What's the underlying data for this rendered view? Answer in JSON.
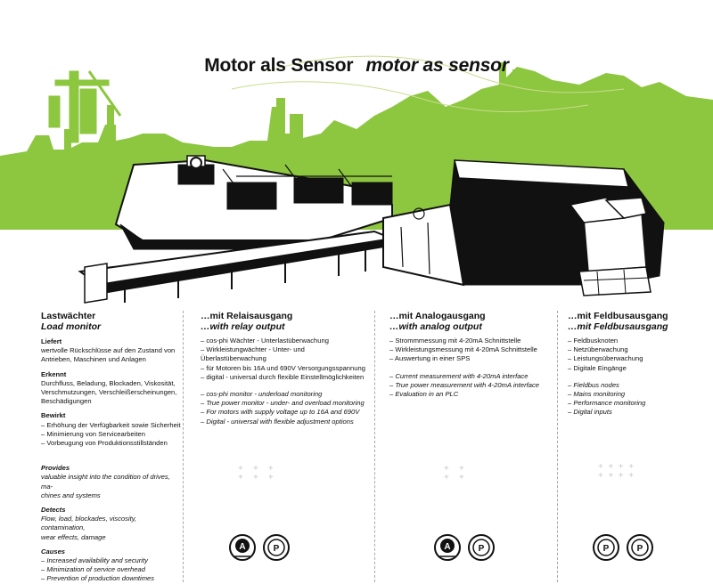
{
  "title": {
    "de": "Motor als Sensor",
    "en": "motor as sensor"
  },
  "col1": {
    "heading_de": "Lastwächter",
    "heading_en": "Load monitor",
    "de_sections": [
      {
        "title": "Liefert",
        "lines": [
          "wertvolle Rückschlüsse auf den Zustand von",
          "Antrieben, Maschinen und Anlagen"
        ]
      },
      {
        "title": "Erkennt",
        "lines": [
          "Durchfluss, Beladung, Blockaden, Viskosität,",
          "Verschmutzungen, Verschleißerscheinungen,",
          "Beschädigungen"
        ]
      },
      {
        "title": "Bewirkt",
        "lines": [
          "– Erhöhung der Verfügbarkeit sowie Sicherheit",
          "– Minimierung von Servicearbeiten",
          "– Vorbeugung von Produktionsstillständen"
        ]
      }
    ],
    "en_sections": [
      {
        "title": "Provides",
        "lines": [
          "valuable insight into the condition of drives, ma-",
          "chines and systems"
        ]
      },
      {
        "title": "Detects",
        "lines": [
          "Flow, load, blockades, viscosity, contamination,",
          "wear effects, damage"
        ]
      },
      {
        "title": "Causes",
        "lines": [
          "– Increased availability and security",
          "– Minimization of service overhead",
          "– Prevention of production downtimes"
        ]
      }
    ]
  },
  "col2": {
    "heading_de": "…mit Relaisausgang",
    "heading_en": "…with relay output",
    "de_lines": [
      "– cos-phi Wächter - Unterlastüberwachung",
      "– Wirkleistungwächter - Unter- und Überlastüberwachung",
      "– für Motoren bis 16A und 690V Versorgungsspannung",
      "– digital - universal durch flexible Einstellmöglichkeiten"
    ],
    "en_lines": [
      "– cos-phi monitor - underload monitoring",
      "– True power monitor - under- and overload monitoring",
      "– For motors with supply voltage up to 16A and 690V",
      "– Digital - universal with flexible adjustment options"
    ]
  },
  "col3": {
    "heading_de": "…mit Analogausgang",
    "heading_en": "…with analog output",
    "de_lines": [
      "– Strommmessung mit 4-20mA Schnittstelle",
      "– Wirkleistungsmessung mit 4-20mA Schnittstelle",
      "– Auswertung in einer SPS"
    ],
    "en_lines": [
      "– Current measurement with 4-20mA interface",
      "– True power measurement with 4-20mA interface",
      "– Evaluation in an PLC"
    ]
  },
  "col4": {
    "heading_de": "…mit Feldbusausgang",
    "heading_en": "…mit Feldbusausgang",
    "de_lines": [
      "– Feldbusknoten",
      "– Netzüberwachung",
      "– Leistungsüberwachung",
      "– Digitale Eingänge"
    ],
    "en_lines": [
      "– Fieldbus nodes",
      "– Mains monitoring",
      "– Performance monitoring",
      "– Digital inputs"
    ]
  },
  "symbols": {
    "col2": [
      {
        "letter": "A",
        "shape": "circle"
      },
      {
        "letter": "P",
        "shape": "circle"
      }
    ],
    "col3": [
      {
        "letter": "A",
        "shape": "circle"
      },
      {
        "letter": "P",
        "shape": "circle"
      }
    ],
    "col4": [
      {
        "letter": "P",
        "shape": "circle"
      },
      {
        "letter": "P",
        "shape": "circle"
      }
    ]
  },
  "colors": {
    "city_green": "#8dc63f",
    "machine_black": "#111111",
    "divider": "#a8a8a8"
  }
}
